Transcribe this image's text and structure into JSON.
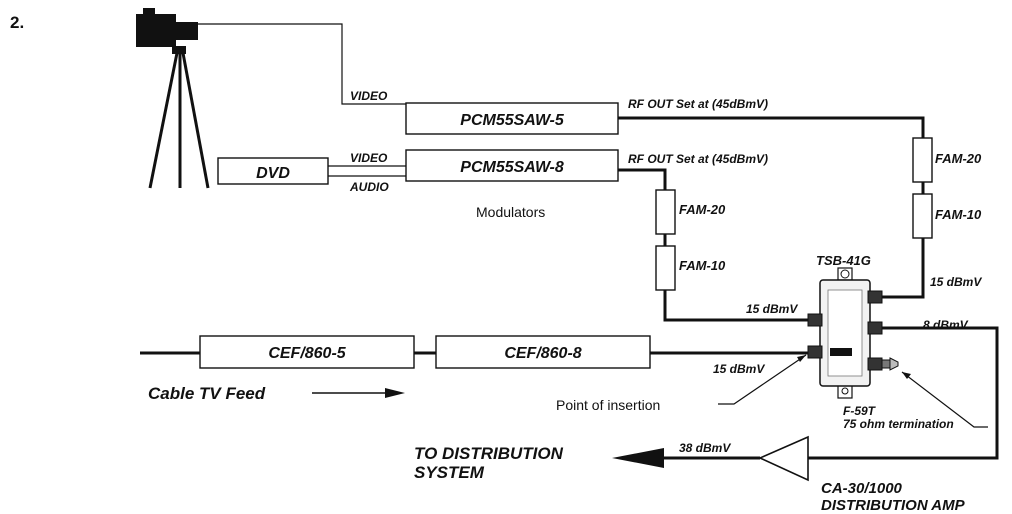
{
  "step_number": "2.",
  "signals": {
    "video_top": "VIDEO",
    "video_dvd": "VIDEO",
    "audio_dvd": "AUDIO"
  },
  "devices": {
    "dvd": "DVD",
    "modulator_top": "PCM55SAW-5",
    "modulator_bottom": "PCM55SAW-8",
    "modulators_caption": "Modulators",
    "filter1": "CEF/860-5",
    "filter2": "CEF/860-8",
    "splitter": "TSB-41G",
    "fam20_right": "FAM-20",
    "fam10_right": "FAM-10",
    "fam20_left": "FAM-20",
    "fam10_left": "FAM-10",
    "termination_line1": "F-59T",
    "termination_line2": "75 ohm termination",
    "amp_line1": "CA-30/1000",
    "amp_line2": "DISTRIBUTION AMP"
  },
  "levels": {
    "rf_out_top": "RF OUT Set at (45dBmV)",
    "rf_out_bottom": "RF OUT Set at (45dBmV)",
    "right_branch": "15 dBmV",
    "left_branch": "15 dBmV",
    "feed_in": "15 dBmV",
    "splitter_out": "8 dBmV",
    "amp_out": "38 dBmV"
  },
  "annotations": {
    "cable_feed": "Cable TV Feed",
    "point_of_insertion": "Point of insertion",
    "distribution_line1": "TO DISTRIBUTION",
    "distribution_line2": "SYSTEM"
  }
}
